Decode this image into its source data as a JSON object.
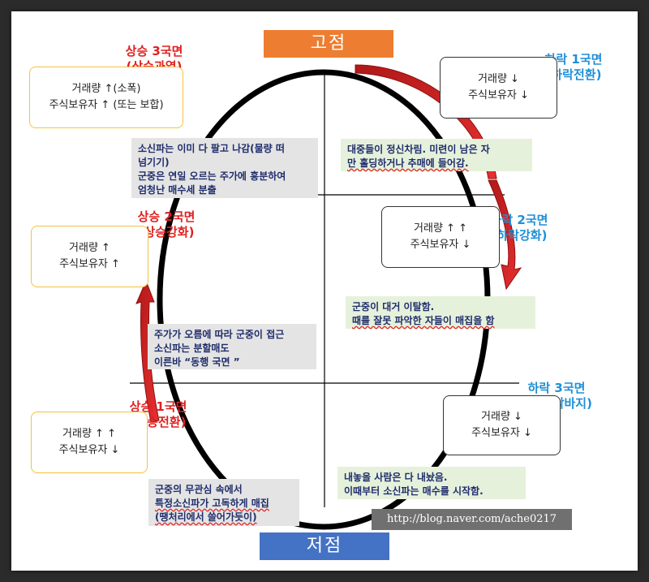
{
  "top_label": "고점",
  "bottom_label": "저점",
  "phases": {
    "up3": {
      "line1": "상승 3국면",
      "line2": "(상승과열)"
    },
    "up2": {
      "line1": "상승 2국면",
      "line2": "(상승강화)"
    },
    "up1": {
      "line1": "상승 1국면",
      "line2": "(상승전환)"
    },
    "down1": {
      "line1": "하락 1국면",
      "line2": "(하락전환)"
    },
    "down2": {
      "line1": "하락 2국면",
      "line2": "(하락강화)"
    },
    "down3": {
      "line1": "하락 3국면",
      "line2": "(하락 막바지)"
    }
  },
  "boxes": {
    "up3": {
      "line1": "거래량 ↑(소폭)",
      "line2": "주식보유자 ↑ (또는 보합)"
    },
    "up2": {
      "line1": "거래량 ↑",
      "line2": "주식보유자 ↑"
    },
    "up1": {
      "line1": "거래량 ↑ ↑",
      "line2": "주식보유자 ↓"
    },
    "down1": {
      "line1": "거래량 ↓",
      "line2": "주식보유자 ↓"
    },
    "down2": {
      "line1": "거래량 ↑ ↑",
      "line2": "주식보유자 ↓"
    },
    "down3": {
      "line1": "거래량 ↓",
      "line2": "주식보유자 ↓"
    }
  },
  "notes": {
    "up3": {
      "line1": "소신파는 이미 다 팔고 나감(물량 떠",
      "line2": "넘기기)",
      "line3": "군중은 연일 오르는 주가에 흥분하여",
      "line4": "엄청난 매수세 분출"
    },
    "up2": {
      "line1": "주가가 오름에 따라 군중이 접근",
      "line2": "소신파는 분할매도",
      "line3": "이른바 “동행 국면 ”"
    },
    "up1": {
      "line1": "군중의 무관심 속에서",
      "line2": "특정소신파가 고독하게 매집",
      "line3": "(땡처리에서 쓸어가듯이)"
    },
    "down1": {
      "line1": "대중들이 정신차림. 미련이 남은 자",
      "line2": "만 홀딩하거나 추매에 들어감."
    },
    "down2": {
      "line1": "군중이 대거 이탈함.",
      "line2": "때를 잘못 파악한 자들이 매집을 함"
    },
    "down3": {
      "line1": "내놓을 사람은 다 내놨음.",
      "line2": "이때부터 소신파는 매수를 시작함."
    }
  },
  "url": "http://blog.naver.com/ache0217",
  "colors": {
    "top_label": "#ed7d31",
    "bottom_label": "#4472c4",
    "up_phase": "#e02020",
    "down_phase": "#1f8fd6",
    "arrow": "#cc1f1f"
  }
}
